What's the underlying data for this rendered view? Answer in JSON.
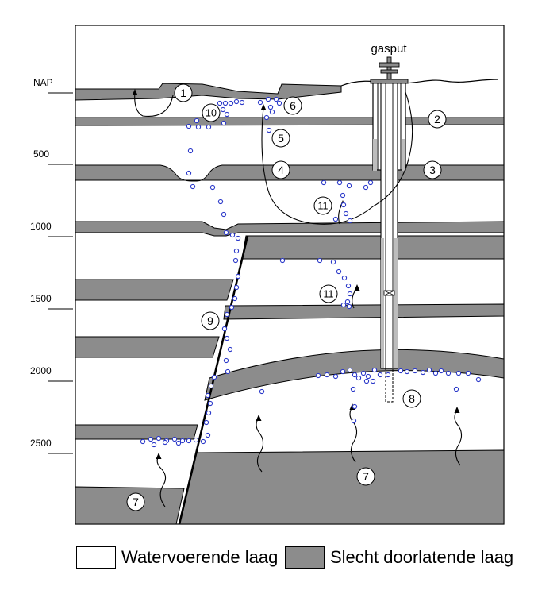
{
  "diagram": {
    "depth_labels": [
      "NAP",
      "500",
      "1000",
      "1500",
      "2000",
      "2500"
    ],
    "well_label": "gasput",
    "callouts": [
      "1",
      "2",
      "3",
      "4",
      "5",
      "6",
      "7",
      "8",
      "9",
      "10",
      "11"
    ],
    "colors": {
      "aquitard": "#8c8c8c",
      "aquifer": "#ffffff",
      "bubble": "#2b39c9",
      "outline": "#000000",
      "casing": "#bdbdbd"
    }
  },
  "legend": {
    "aquifer_label": "Watervoerende laag",
    "aquitard_label": "Slecht doorlatende laag"
  }
}
